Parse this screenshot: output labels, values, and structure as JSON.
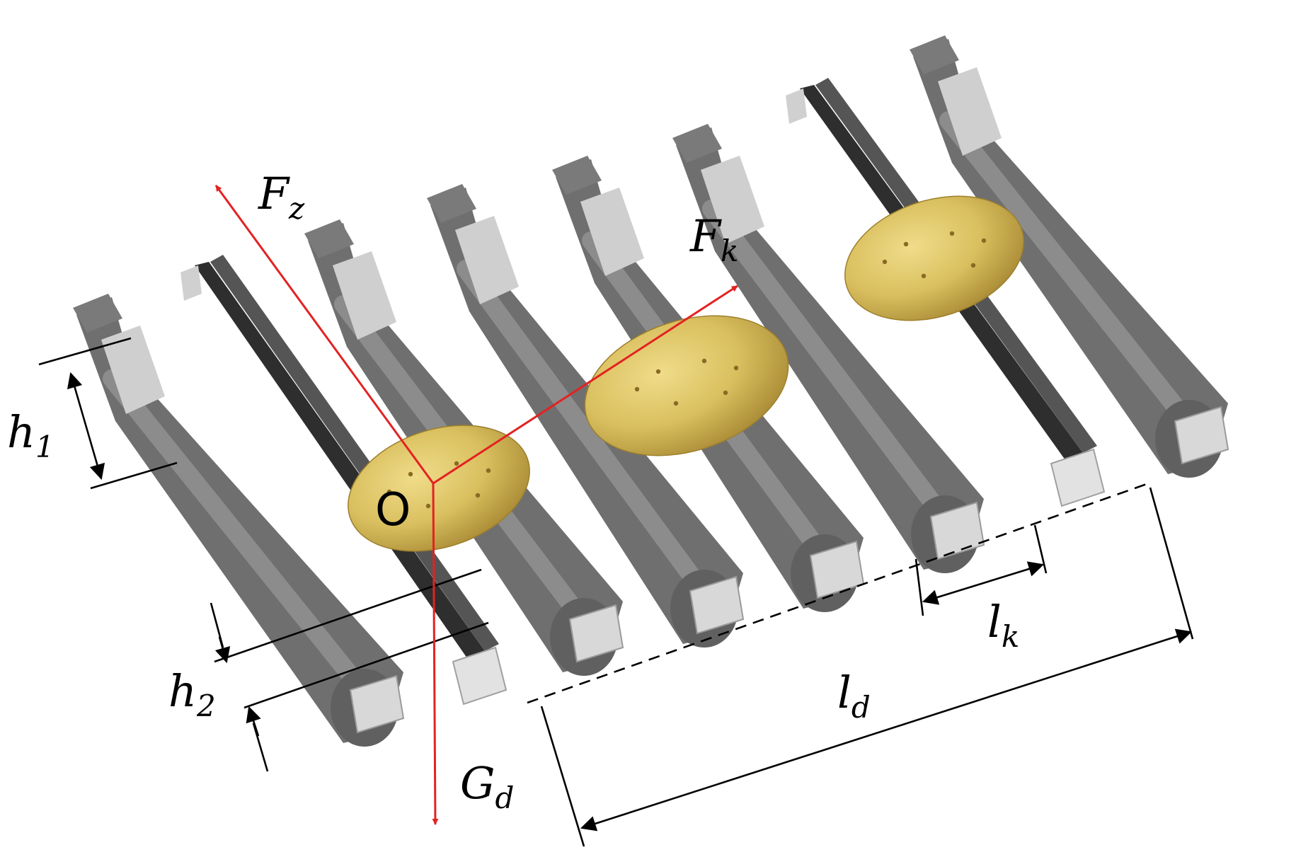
{
  "diagram": {
    "origin_label": "O",
    "forces": [
      {
        "id": "fz",
        "symbol": "F",
        "subscript": "z",
        "color": "#e32222"
      },
      {
        "id": "fk",
        "symbol": "F",
        "subscript": "k",
        "color": "#e32222"
      },
      {
        "id": "gd",
        "symbol": "G",
        "subscript": "d",
        "color": "#e32222"
      }
    ],
    "dimensions": [
      {
        "id": "h1",
        "symbol": "h",
        "subscript": "1"
      },
      {
        "id": "h2",
        "symbol": "h",
        "subscript": "2"
      },
      {
        "id": "lk",
        "symbol": "l",
        "subscript": "k"
      },
      {
        "id": "ld",
        "symbol": "l",
        "subscript": "d"
      }
    ],
    "colors": {
      "rod_dark": "#6f6f6f",
      "rod_mid": "#8c8c8c",
      "rod_light": "#cfcfcf",
      "potato": "#d9bf5e",
      "force_arrow": "#e32222",
      "dimension_line": "#000000"
    }
  }
}
